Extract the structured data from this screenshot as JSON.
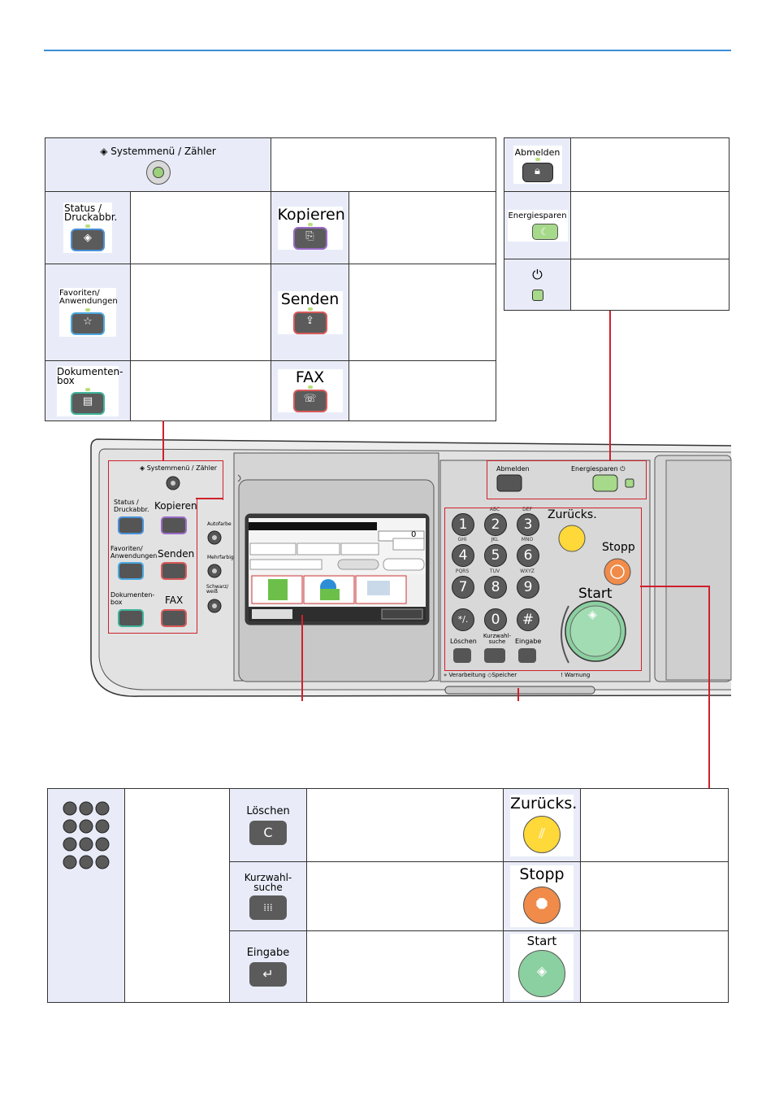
{
  "top_table": {
    "system_menu": "Systemmenü / Zähler",
    "status": "Status / Druckabbr.",
    "kopieren": "Kopieren",
    "favoriten": "Favoriten/ Anwendungen",
    "senden": "Senden",
    "dokumentenbox": "Dokumenten- box",
    "fax": "FAX"
  },
  "right_table": {
    "abmelden": "Abmelden",
    "energiesparen": "Energiesparen"
  },
  "panel": {
    "system_menu": "Systemmenü / Zähler",
    "status": "Status / Druckabbr.",
    "kopieren": "Kopieren",
    "favoriten": "Favoriten/ Anwendungen",
    "senden": "Senden",
    "dokumentenbox": "Dokumenten- box",
    "fax": "FAX",
    "autofarbe": "Autofarbe",
    "mehrfarbig": "Mehrfarbig",
    "schwarzweiss": "Schwarz/ weiß",
    "abmelden": "Abmelden",
    "energiesparen": "Energiesparen",
    "zuruecks": "Zurücks.",
    "stopp": "Stopp",
    "start": "Start",
    "loeschen": "Löschen",
    "kurzwahl": "Kurzwahl- suche",
    "eingabe": "Eingabe",
    "verarbeitung": "Verarbeitung",
    "speicher": "Speicher",
    "warnung": "Warnung",
    "screen_counter": "0",
    "keys": [
      "1",
      "2",
      "3",
      "4",
      "5",
      "6",
      "7",
      "8",
      "9",
      "*/.",
      "0",
      "#"
    ],
    "key_letters": [
      "",
      "ABC",
      "DEF",
      "GHI",
      "JKL",
      "MNO",
      "PQRS",
      "TUV",
      "WXYZ",
      "",
      "",
      ""
    ],
    "letter_abc": "ABC",
    "letter_def": "DEF",
    "letter_ghi": "GHI",
    "letter_jkl": "JKL",
    "letter_mno": "MNO",
    "letter_pqrs": "PQRS",
    "letter_tuv": "TUV",
    "letter_wxyz": "WXYZ"
  },
  "bottom_table": {
    "loeschen": "Löschen",
    "kurzwahl": "Kurzwahl- suche",
    "eingabe": "Eingabe",
    "zuruecks": "Zurücks.",
    "stopp": "Stopp",
    "start": "Start"
  },
  "colors": {
    "accent_line": "#3b8fd6",
    "callout": "#d0202b",
    "cell_bg": "#e9ecf8",
    "led_green": "#b7e07a"
  }
}
